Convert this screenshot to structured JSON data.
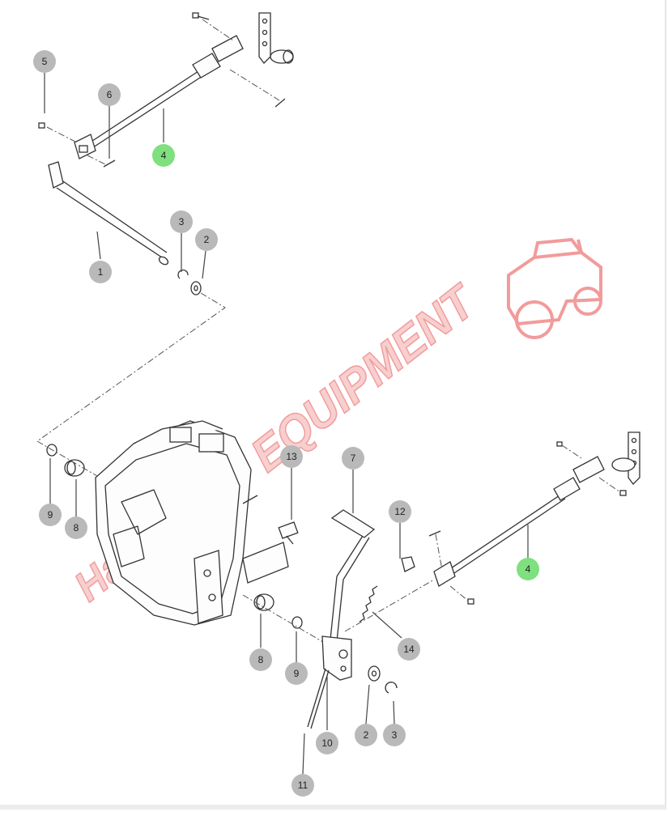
{
  "watermark": {
    "brand_text": "EQUIPMENT",
    "script_text": "Hartmann",
    "color": "#f08a8a"
  },
  "callouts": [
    {
      "id": "c-5",
      "label": "5",
      "highlight": false
    },
    {
      "id": "c-6",
      "label": "6",
      "highlight": false
    },
    {
      "id": "c-4-top",
      "label": "4",
      "highlight": true
    },
    {
      "id": "c-3-top",
      "label": "3",
      "highlight": false
    },
    {
      "id": "c-2-top",
      "label": "2",
      "highlight": false
    },
    {
      "id": "c-1",
      "label": "1",
      "highlight": false
    },
    {
      "id": "c-13",
      "label": "13",
      "highlight": false
    },
    {
      "id": "c-7",
      "label": "7",
      "highlight": false
    },
    {
      "id": "c-12",
      "label": "12",
      "highlight": false
    },
    {
      "id": "c-4-bottom",
      "label": "4",
      "highlight": true
    },
    {
      "id": "c-9-left",
      "label": "9",
      "highlight": false
    },
    {
      "id": "c-8-left",
      "label": "8",
      "highlight": false
    },
    {
      "id": "c-14",
      "label": "14",
      "highlight": false
    },
    {
      "id": "c-8-bottom",
      "label": "8",
      "highlight": false
    },
    {
      "id": "c-9-bottom",
      "label": "9",
      "highlight": false
    },
    {
      "id": "c-2-bottom",
      "label": "2",
      "highlight": false
    },
    {
      "id": "c-3-bottom",
      "label": "3",
      "highlight": false
    },
    {
      "id": "c-10",
      "label": "10",
      "highlight": false
    },
    {
      "id": "c-11",
      "label": "11",
      "highlight": false
    }
  ],
  "colors": {
    "callout_gray": "#b9b9b9",
    "callout_green": "#7ee07e",
    "line": "#333333"
  }
}
